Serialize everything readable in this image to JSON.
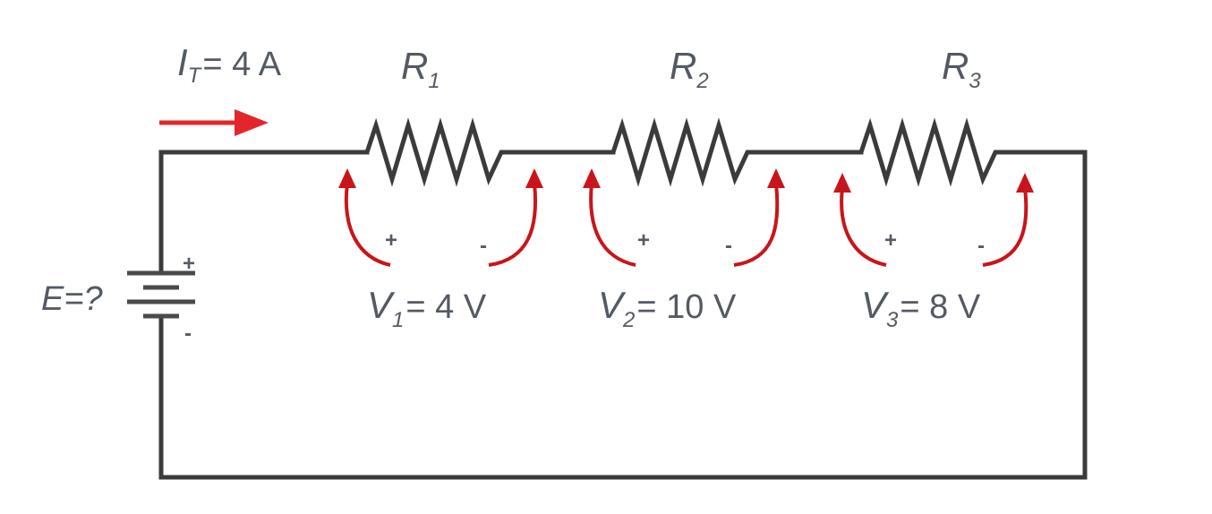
{
  "circuit": {
    "current": {
      "symbol": "I",
      "subscript": "T",
      "value": "= 4 A"
    },
    "source": {
      "label": "E=?",
      "plus": "+",
      "minus": "-"
    },
    "resistors": [
      {
        "symbol": "R",
        "subscript": "1",
        "v_symbol": "V",
        "v_subscript": "1",
        "v_value": "= 4 V",
        "plus": "+",
        "minus": "-"
      },
      {
        "symbol": "R",
        "subscript": "2",
        "v_symbol": "V",
        "v_subscript": "2",
        "v_value": "= 10 V",
        "plus": "+",
        "minus": "-"
      },
      {
        "symbol": "R",
        "subscript": "3",
        "v_symbol": "V",
        "v_subscript": "3",
        "v_value": "= 8 V",
        "plus": "+",
        "minus": "-"
      }
    ]
  },
  "colors": {
    "wire": "#3b3b3b",
    "annotation": "#c8151b",
    "text": "#545a63"
  }
}
